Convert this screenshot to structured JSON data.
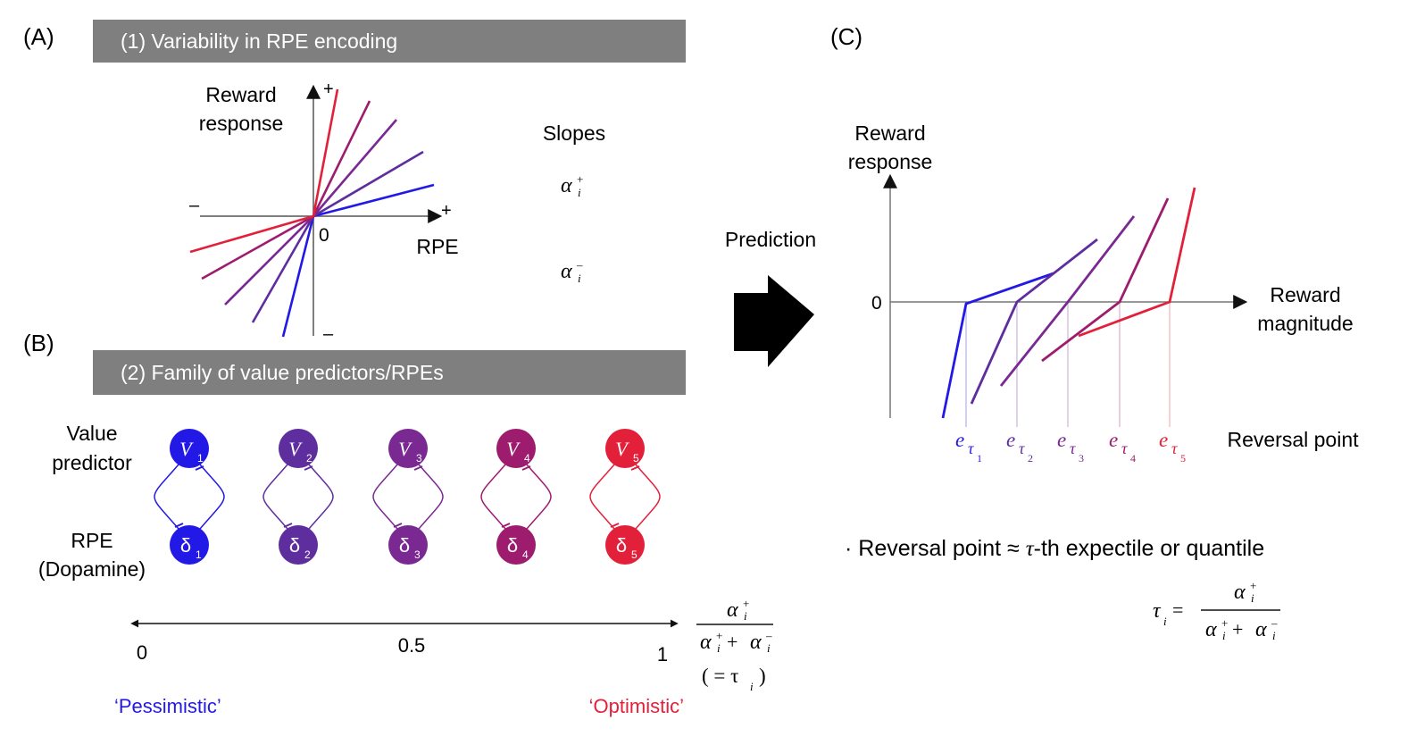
{
  "colors": {
    "c1": "#2319e6",
    "c2": "#5e2d9e",
    "c3": "#7a2892",
    "c4": "#9e1c6e",
    "c5": "#e2203a",
    "banner": "#7f7f7f"
  },
  "panel_a": {
    "letter": "(A)",
    "banner": "(1) Variability in RPE encoding",
    "y_label_line1": "Reward",
    "y_label_line2": "response",
    "x_label": "RPE",
    "plus": "+",
    "minus": "–",
    "origin": "0",
    "slopes_title": "Slopes",
    "alpha_symbol": "α",
    "sub_i": "i",
    "sup_plus": "+",
    "sup_minus": "–"
  },
  "panel_b": {
    "letter": "(B)",
    "banner": "(2) Family of value predictors/RPEs",
    "row1_line1": "Value",
    "row1_line2": "predictor",
    "row2_line1": "RPE",
    "row2_line2": "(Dopamine)",
    "units": [
      {
        "v": "V",
        "d": "δ",
        "sub": "1"
      },
      {
        "v": "V",
        "d": "δ",
        "sub": "2"
      },
      {
        "v": "V",
        "d": "δ",
        "sub": "3"
      },
      {
        "v": "V",
        "d": "δ",
        "sub": "4"
      },
      {
        "v": "V",
        "d": "δ",
        "sub": "5"
      }
    ],
    "axis_ticks": [
      "0",
      "0.5",
      "1"
    ],
    "ratio_eq": "( = τ",
    "ratio_eq_sub": "i",
    "ratio_eq_close": ")",
    "pessimistic": "‘Pessimistic’",
    "optimistic": "‘Optimistic’"
  },
  "prediction_label": "Prediction",
  "panel_c": {
    "letter": "(C)",
    "y_label_line1": "Reward",
    "y_label_line2": "response",
    "x_label_line1": "Reward",
    "x_label_line2": "magnitude",
    "zero": "0",
    "e_letter": "e",
    "tau_letter": "τ",
    "subs": [
      "1",
      "2",
      "3",
      "4",
      "5"
    ],
    "reversal_label": "Reversal  point",
    "note_prefix": "· Reversal point  ≈  ",
    "note_tau": "τ",
    "note_suffix": "-th expectile or quantile",
    "tau_eq": "τ",
    "tau_eq_sub": "i",
    "equals": "="
  }
}
